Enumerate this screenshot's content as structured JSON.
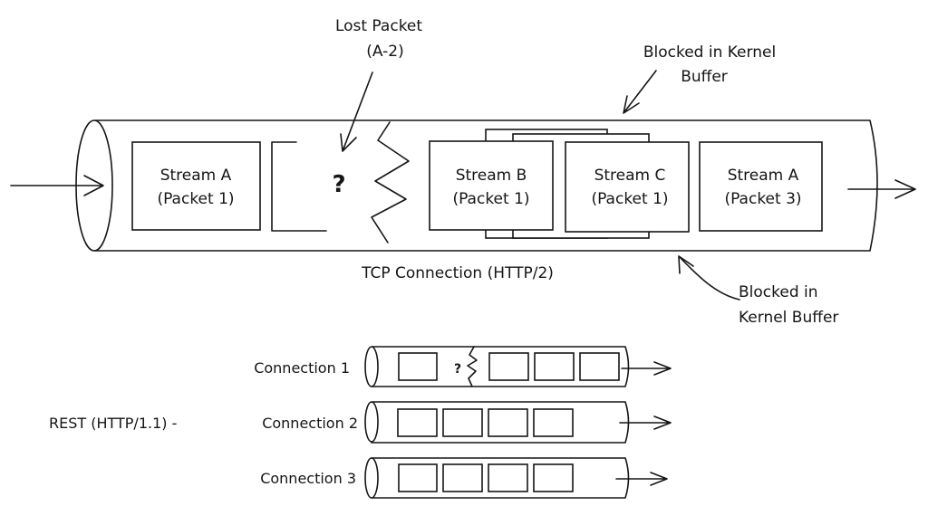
{
  "diagram": {
    "main_pipe": {
      "label": "TCP Connection (HTTP/2)",
      "packets": [
        {
          "line1": "Stream A",
          "line2": "(Packet 1)"
        },
        {
          "line1": "Stream B",
          "line2": "(Packet 1)"
        },
        {
          "line1": "Stream C",
          "line2": "(Packet 1)"
        },
        {
          "line1": "Stream A",
          "line2": "(Packet 3)"
        }
      ],
      "missing_marker": "?"
    },
    "annotations": {
      "lost_packet": {
        "line1": "Lost Packet",
        "line2": "(A-2)"
      },
      "blocked_top": {
        "line1": "Blocked in Kernel",
        "line2": "Buffer"
      },
      "blocked_bottom": {
        "line1": "Blocked in",
        "line2": "Kernel Buffer"
      }
    },
    "connections_group_label": "REST (HTTP/1.1) -",
    "connections": [
      {
        "label": "Connection 1",
        "has_loss": true,
        "missing_marker": "?"
      },
      {
        "label": "Connection 2",
        "has_loss": false
      },
      {
        "label": "Connection 3",
        "has_loss": false
      }
    ]
  }
}
